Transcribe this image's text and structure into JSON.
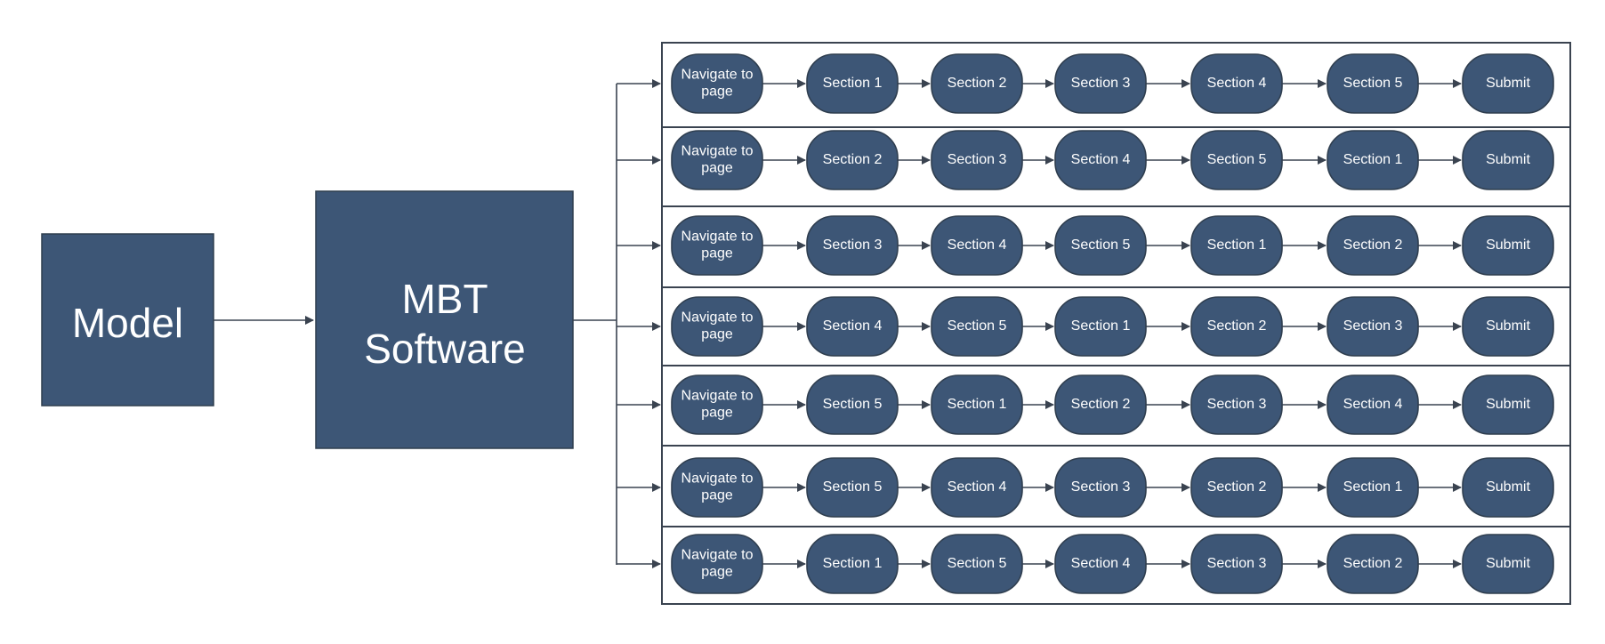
{
  "colors": {
    "node_fill": "#3d5676",
    "node_stroke": "#2f3e4f",
    "frame_stroke": "#3a4350",
    "connector": "#3a4350",
    "text": "#ffffff"
  },
  "model": {
    "label": "Model"
  },
  "mbt_software": {
    "label_lines": [
      "MBT",
      "Software"
    ]
  },
  "flows": [
    {
      "steps": [
        [
          "Navigate to",
          "page"
        ],
        [
          "Section 1"
        ],
        [
          "Section 2"
        ],
        [
          "Section 3"
        ],
        [
          "Section 4"
        ],
        [
          "Section 5"
        ],
        [
          "Submit"
        ]
      ]
    },
    {
      "steps": [
        [
          "Navigate to",
          "page"
        ],
        [
          "Section 2"
        ],
        [
          "Section 3"
        ],
        [
          "Section 4"
        ],
        [
          "Section 5"
        ],
        [
          "Section 1"
        ],
        [
          "Submit"
        ]
      ]
    },
    {
      "steps": [
        [
          "Navigate to",
          "page"
        ],
        [
          "Section 3"
        ],
        [
          "Section 4"
        ],
        [
          "Section 5"
        ],
        [
          "Section 1"
        ],
        [
          "Section 2"
        ],
        [
          "Submit"
        ]
      ]
    },
    {
      "steps": [
        [
          "Navigate to",
          "page"
        ],
        [
          "Section 4"
        ],
        [
          "Section 5"
        ],
        [
          "Section 1"
        ],
        [
          "Section 2"
        ],
        [
          "Section 3"
        ],
        [
          "Submit"
        ]
      ]
    },
    {
      "steps": [
        [
          "Navigate to",
          "page"
        ],
        [
          "Section 5"
        ],
        [
          "Section 1"
        ],
        [
          "Section 2"
        ],
        [
          "Section 3"
        ],
        [
          "Section 4"
        ],
        [
          "Submit"
        ]
      ]
    },
    {
      "steps": [
        [
          "Navigate to",
          "page"
        ],
        [
          "Section 5"
        ],
        [
          "Section 4"
        ],
        [
          "Section 3"
        ],
        [
          "Section 2"
        ],
        [
          "Section 1"
        ],
        [
          "Submit"
        ]
      ]
    },
    {
      "steps": [
        [
          "Navigate to",
          "page"
        ],
        [
          "Section 1"
        ],
        [
          "Section 5"
        ],
        [
          "Section 4"
        ],
        [
          "Section 3"
        ],
        [
          "Section 2"
        ],
        [
          "Submit"
        ]
      ]
    }
  ]
}
